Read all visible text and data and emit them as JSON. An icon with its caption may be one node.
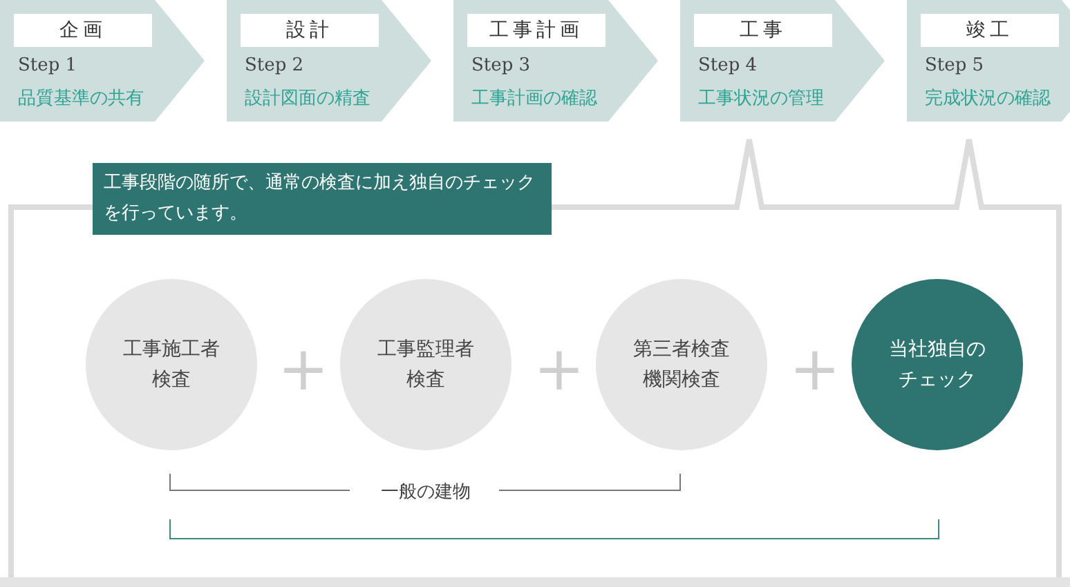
{
  "diagram": {
    "nodes": [
      {
        "text": [
          "企画",
          "Step 1",
          "品質基準の共有"
        ]
      },
      {
        "text": [
          "設計",
          "Step 2",
          "設計図面の精査"
        ]
      },
      {
        "text": [
          "工事計画",
          "Step 3",
          "工事計画の確認"
        ]
      },
      {
        "text": [
          "工事",
          "Step 4",
          "工事状況の管理"
        ]
      },
      {
        "text": [
          "竣工",
          "Step 5",
          "完成状況の確認"
        ]
      },
      {
        "text": [],
        "shape": "box"
      },
      {
        "text": [
          "工事段階の随所で、通常の検査に加え独自のチェックを行っています。"
        ]
      },
      {
        "text": [
          "工事施工者検査"
        ],
        "in": 5
      },
      {
        "text": [
          "工事監理者検査"
        ],
        "in": 5
      },
      {
        "text": [
          "第三者検査機関検査"
        ],
        "in": 5
      },
      {
        "text": [
          "当社独自のチェック"
        ],
        "in": 5
      }
    ],
    "labels": [
      "+",
      "+",
      "+",
      "一般の建物"
    ]
  }
}
